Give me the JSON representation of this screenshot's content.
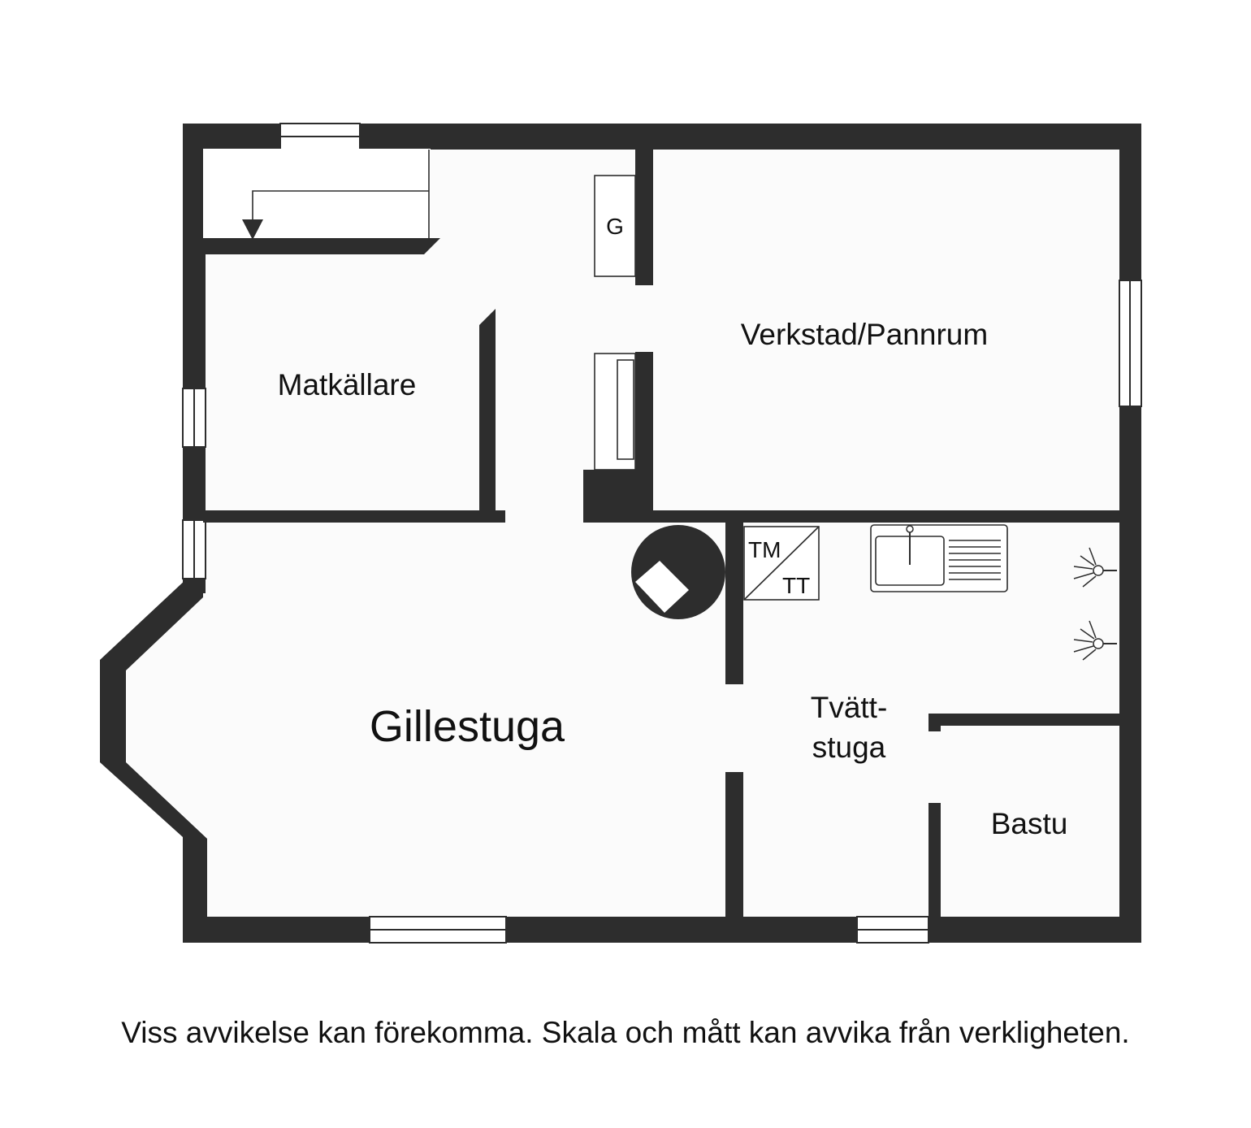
{
  "floorplan": {
    "rooms": {
      "matkallare": "Matkällare",
      "verkstad": "Verkstad/Pannrum",
      "gillestuga": "Gillestuga",
      "tvatt_line1": "Tvätt-",
      "tvatt_line2": "stuga",
      "bastu": "Bastu"
    },
    "fixtures": {
      "g_label": "G",
      "tm_label": "TM",
      "tt_label": "TT"
    },
    "disclaimer": "Viss avvikelse kan förekomma. Skala och mått kan avvika från verkligheten."
  }
}
